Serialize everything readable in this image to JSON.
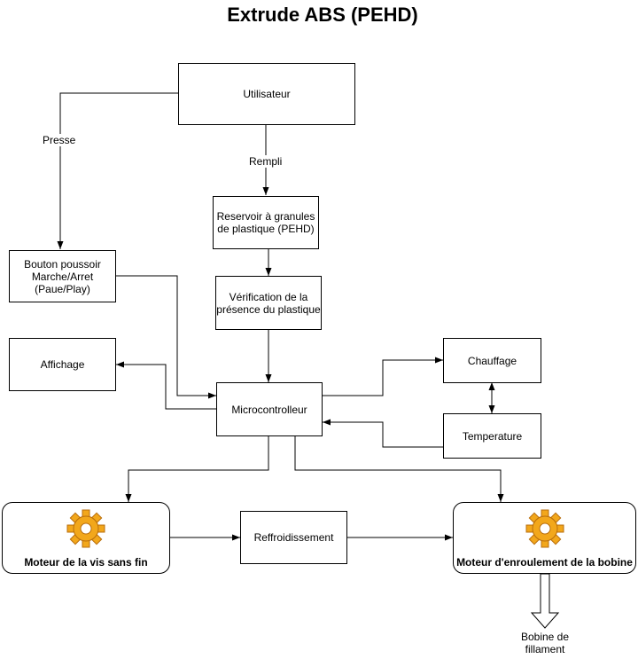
{
  "title": "Extrude ABS (PEHD)",
  "nodes": {
    "utilisateur": "Utilisateur",
    "reservoir": "Reservoir à granules de plastique (PEHD)",
    "verification": "Vérification de la présence du plastique",
    "bouton": "Bouton poussoir Marche/Arret (Paue/Play)",
    "affichage": "Affichage",
    "microcontroleur": "Microcontrolleur",
    "chauffage": "Chauffage",
    "temperature": "Temperature",
    "moteur_vis": "Moteur de la vis sans fin",
    "refroidissement": "Reffroidissement",
    "moteur_bobine": "Moteur d'enroulement de la bobine"
  },
  "edges": {
    "presse": "Presse",
    "rempli": "Rempli",
    "output": "Bobine de fillament"
  },
  "icons": {
    "moteur_vis": "gear-icon",
    "moteur_bobine": "gear-icon"
  },
  "colors": {
    "stroke": "#000000",
    "gear_main": "#f2a71b",
    "gear_dark": "#b86d0c"
  }
}
